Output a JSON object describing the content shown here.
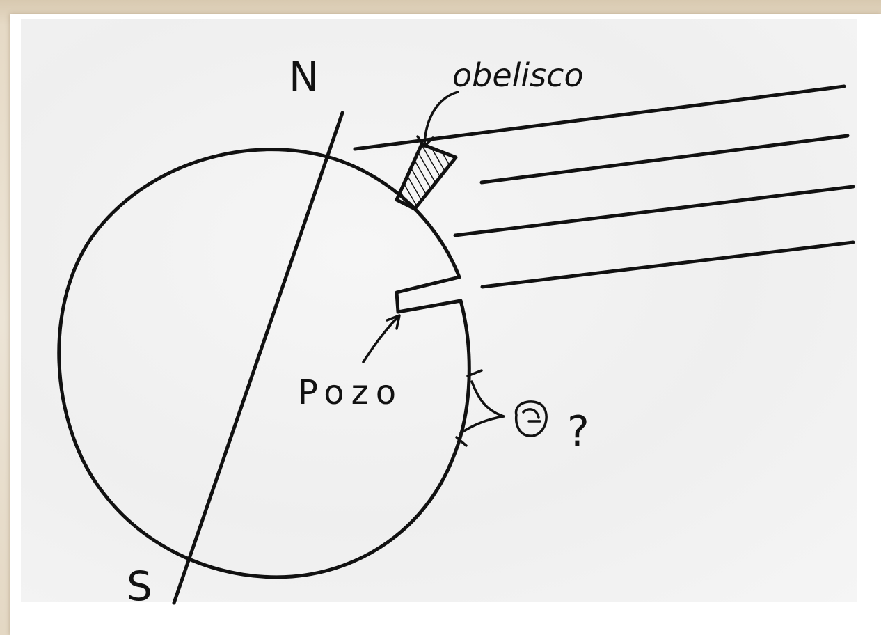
{
  "labels": {
    "north": "N",
    "south": "S",
    "obelisk": "obelisco",
    "well": "Pozo",
    "question": "?"
  },
  "colors": {
    "ink": "#111111",
    "paper": "#f2f2f2",
    "frame_background": "#e6dac6"
  }
}
